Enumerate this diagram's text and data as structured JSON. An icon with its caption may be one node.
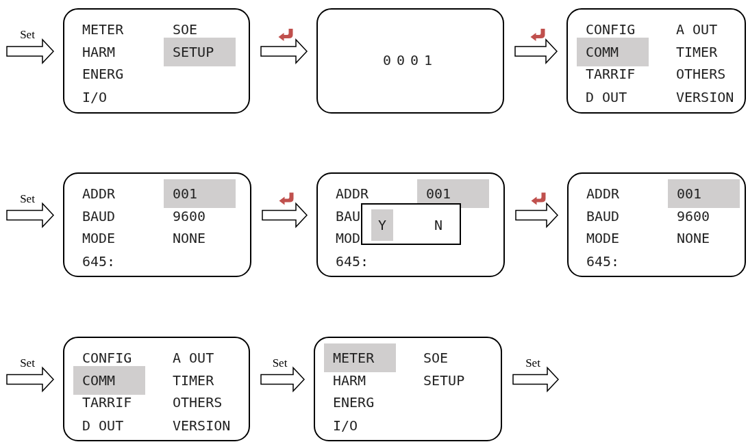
{
  "diagram": {
    "nodes": [
      {
        "text": [
          "METER",
          "SOE",
          "HARM",
          "SETUP",
          "ENERG",
          "I/O"
        ]
      },
      {
        "text": [
          "0001"
        ]
      },
      {
        "text": [
          "CONFIG",
          "A OUT",
          "COMM",
          "TIMER",
          "TARRIF",
          "OTHERS",
          "D OUT",
          "VERSION"
        ]
      },
      {
        "text": [
          "ADDR",
          "001",
          "BAUD",
          "9600",
          "MODE",
          "NONE",
          "645:"
        ]
      },
      {
        "text": [
          "ADDR",
          "001",
          "BAU",
          "MOD",
          "645:"
        ]
      },
      {
        "text": [
          "Y",
          "N"
        ],
        "in": 4
      },
      {
        "text": [
          "ADDR",
          "001",
          "BAUD",
          "9600",
          "MODE",
          "NONE",
          "645:"
        ]
      },
      {
        "text": [
          "CONFIG",
          "A OUT",
          "COMM",
          "TIMER",
          "TARRIF",
          "OTHERS",
          "D OUT",
          "VERSION"
        ]
      },
      {
        "text": [
          "METER",
          "SOE",
          "HARM",
          "SETUP",
          "ENERG",
          "I/O"
        ]
      }
    ],
    "edges": [
      {
        "from": null,
        "to": 0,
        "arrow": "to",
        "label": "Set"
      },
      {
        "from": 0,
        "to": 1,
        "arrow": "to"
      },
      {
        "from": 1,
        "to": 2,
        "arrow": "to"
      },
      {
        "from": null,
        "to": 3,
        "arrow": "to",
        "label": "Set"
      },
      {
        "from": 3,
        "to": 4,
        "arrow": "to"
      },
      {
        "from": 4,
        "to": 6,
        "arrow": "to"
      },
      {
        "from": null,
        "to": 7,
        "arrow": "to",
        "label": "Set"
      },
      {
        "from": 7,
        "to": 8,
        "arrow": "to",
        "label": "Set"
      },
      {
        "from": 8,
        "to": null,
        "arrow": "to",
        "label": "Set"
      }
    ]
  }
}
